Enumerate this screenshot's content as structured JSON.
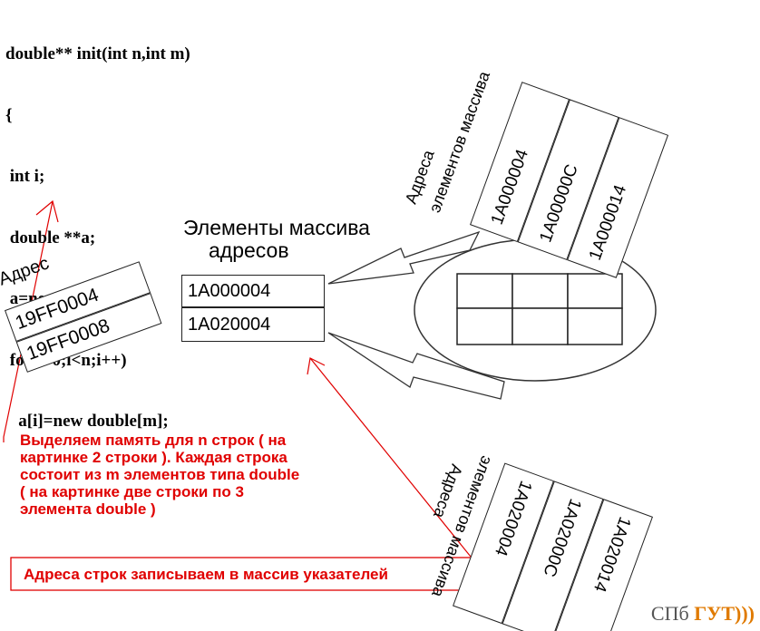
{
  "code_lines": [
    "double** init(int n,int m)",
    "{",
    " int i;",
    " double **a;",
    " a=new double *[n];",
    " for(i=0;i<n;i++)",
    "   a[i]=new double[m];"
  ],
  "pointer_array": {
    "title_line1": "Элементы массива",
    "title_line2": "адресов",
    "cells": [
      "1A000004",
      "1A020004"
    ]
  },
  "address_block": {
    "label": "Адрес",
    "cells": [
      "19FF0004",
      "19FF0008"
    ]
  },
  "upper_row": {
    "label_line1": "Адреса",
    "label_line2": "элементов массива",
    "cells": [
      "1A000004",
      "1A00000C",
      "1A000014"
    ]
  },
  "lower_row": {
    "label_line1": "элементов массива",
    "label_line2": "Адреса",
    "cells": [
      "1A020004",
      "1A02000C",
      "1A020014"
    ]
  },
  "note_lines": [
    "Выделяем память для  n строк ( на",
    "картинке 2 строки ). Каждая строка",
    "состоит из m элементов типа double",
    " ( на картинке две строки по 3",
    "элемента double )"
  ],
  "note_box": "Адреса строк записываем в массив указателей",
  "logo": {
    "part1": "СПб ",
    "part2": "ГУТ",
    "part3": ")))"
  },
  "colors": {
    "note": "#e00000",
    "logo_accent": "#e07a00"
  }
}
